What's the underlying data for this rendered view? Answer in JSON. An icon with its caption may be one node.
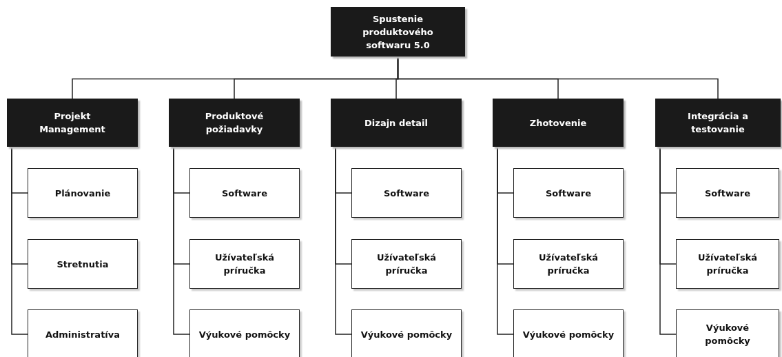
{
  "diagram": {
    "nodes": [
      {
        "text": [
          "Spustenie produktového softwaru 5.0"
        ]
      },
      {
        "text": [
          "Projekt Management"
        ]
      },
      {
        "text": [
          "Produktové požiadavky"
        ]
      },
      {
        "text": [
          "Dizajn detail"
        ]
      },
      {
        "text": [
          "Zhotovenie"
        ]
      },
      {
        "text": [
          "Integrácia a testovanie"
        ]
      },
      {
        "text": [
          "Plánovanie"
        ]
      },
      {
        "text": [
          "Stretnutia"
        ]
      },
      {
        "text": [
          "Administratíva"
        ]
      },
      {
        "text": [
          "Software"
        ]
      },
      {
        "text": [
          "Užívateľská príručka"
        ]
      },
      {
        "text": [
          "Výukové pomôcky"
        ]
      },
      {
        "text": [
          "Software"
        ]
      },
      {
        "text": [
          "Užívateľská príručka"
        ]
      },
      {
        "text": [
          "Výukové pomôcky"
        ]
      },
      {
        "text": [
          "Software"
        ]
      },
      {
        "text": [
          "Užívateľská príručka"
        ]
      },
      {
        "text": [
          "Výukové pomôcky"
        ]
      },
      {
        "text": [
          "Software"
        ]
      },
      {
        "text": [
          "Užívateľská príručka"
        ]
      },
      {
        "text": [
          "Výukové pomôcky"
        ]
      }
    ],
    "edges": [
      {
        "from": 0,
        "to": 1,
        "arrow": "none"
      },
      {
        "from": 0,
        "to": 2,
        "arrow": "none"
      },
      {
        "from": 0,
        "to": 3,
        "arrow": "none"
      },
      {
        "from": 0,
        "to": 4,
        "arrow": "none"
      },
      {
        "from": 0,
        "to": 5,
        "arrow": "none"
      },
      {
        "from": 1,
        "to": 6,
        "arrow": "none"
      },
      {
        "from": 1,
        "to": 7,
        "arrow": "none"
      },
      {
        "from": 1,
        "to": 8,
        "arrow": "none"
      },
      {
        "from": 2,
        "to": 9,
        "arrow": "none"
      },
      {
        "from": 2,
        "to": 10,
        "arrow": "none"
      },
      {
        "from": 2,
        "to": 11,
        "arrow": "none"
      },
      {
        "from": 3,
        "to": 12,
        "arrow": "none"
      },
      {
        "from": 3,
        "to": 13,
        "arrow": "none"
      },
      {
        "from": 3,
        "to": 14,
        "arrow": "none"
      },
      {
        "from": 4,
        "to": 15,
        "arrow": "none"
      },
      {
        "from": 4,
        "to": 16,
        "arrow": "none"
      },
      {
        "from": 4,
        "to": 17,
        "arrow": "none"
      },
      {
        "from": 5,
        "to": 18,
        "arrow": "none"
      },
      {
        "from": 5,
        "to": 19,
        "arrow": "none"
      },
      {
        "from": 5,
        "to": 20,
        "arrow": "none"
      }
    ]
  }
}
